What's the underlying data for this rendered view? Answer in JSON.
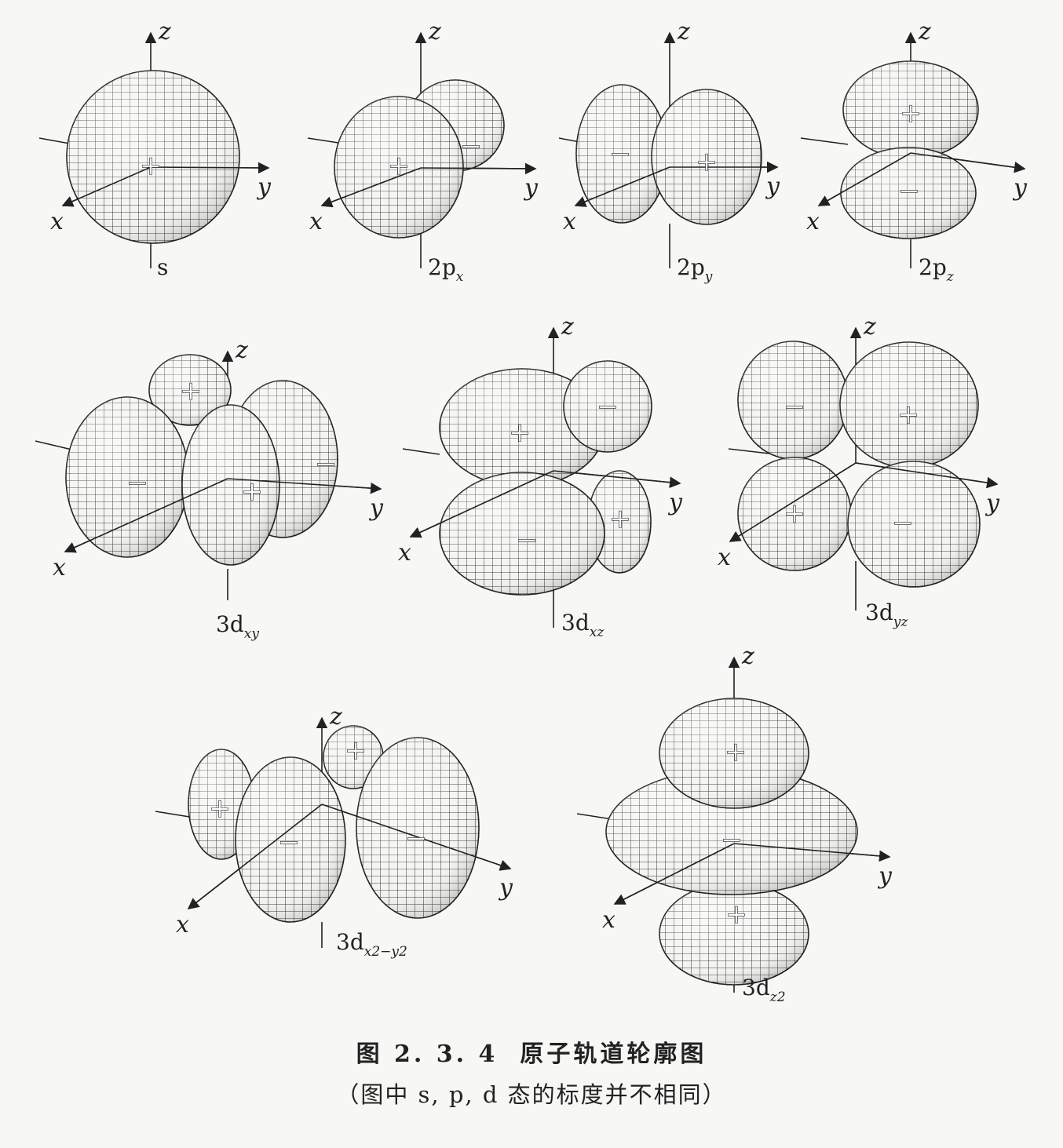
{
  "axes": {
    "x": "x",
    "y": "y",
    "z": "z"
  },
  "orbitals": [
    {
      "id": "s",
      "label": "s",
      "sub": "",
      "signs": [
        "+"
      ]
    },
    {
      "id": "2px",
      "label": "2p",
      "sub": "x",
      "signs": [
        "+",
        "−"
      ]
    },
    {
      "id": "2py",
      "label": "2p",
      "sub": "y",
      "signs": [
        "−",
        "+"
      ]
    },
    {
      "id": "2pz",
      "label": "2p",
      "sub": "z",
      "signs": [
        "+",
        "−"
      ]
    },
    {
      "id": "3dxy",
      "label": "3d",
      "sub": "xy",
      "signs": [
        "+",
        "−",
        "−",
        "+"
      ]
    },
    {
      "id": "3dxz",
      "label": "3d",
      "sub": "xz",
      "signs": [
        "+",
        "−",
        "+",
        "−"
      ]
    },
    {
      "id": "3dyz",
      "label": "3d",
      "sub": "yz",
      "signs": [
        "−",
        "+",
        "+",
        "−"
      ]
    },
    {
      "id": "3dx2y2",
      "label": "3d",
      "sub": "x2−y2",
      "signs": [
        "+",
        "−",
        "+",
        "−"
      ]
    },
    {
      "id": "3dz2",
      "label": "3d",
      "sub": "z2",
      "signs": [
        "+",
        "−",
        "+"
      ]
    }
  ],
  "figure": {
    "number": "图 2. 3. 4",
    "title": "原子轨道轮廓图",
    "subtitle": "（图中 s, p, d 态的标度并不相同）"
  },
  "colors": {
    "ink": "#222222",
    "mesh": "#3a3a3a",
    "paper": "#f7f7f5"
  }
}
